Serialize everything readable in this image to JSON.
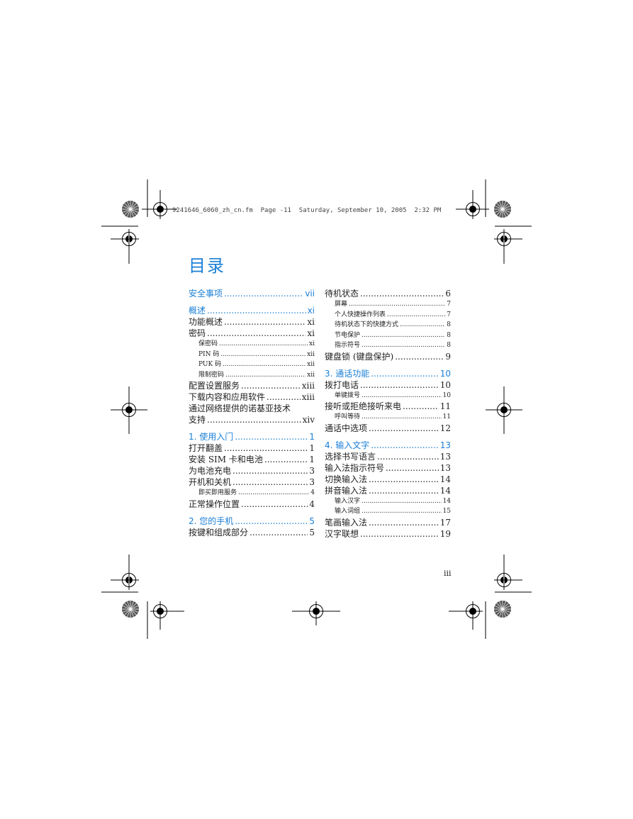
{
  "print_header": "9241646_6060_zh_cn.fm  Page -11  Saturday, September 10, 2005  2:32 PM",
  "title": "目录",
  "folio": "iii",
  "left_column": [
    {
      "kind": "chapter",
      "text": "安全事项",
      "page": "vii"
    },
    {
      "kind": "gap"
    },
    {
      "kind": "chapter",
      "text": "概述",
      "page": "xi"
    },
    {
      "kind": "main",
      "text": "功能概述",
      "page": "xi"
    },
    {
      "kind": "main",
      "text": "密码",
      "page": "xi"
    },
    {
      "kind": "sub",
      "text": "保密码",
      "page": "xi"
    },
    {
      "kind": "sub",
      "text": "PIN 码",
      "page": "xii"
    },
    {
      "kind": "sub",
      "text": "PUK 码",
      "page": "xii"
    },
    {
      "kind": "sub",
      "text": "限制密码",
      "page": "xii"
    },
    {
      "kind": "main",
      "text": "配置设置服务",
      "page": "xiii"
    },
    {
      "kind": "main",
      "text": "下载内容和应用软件",
      "page": "xiii"
    },
    {
      "kind": "nodots",
      "text": "通过网络提供的诺基亚技术",
      "page": ""
    },
    {
      "kind": "main",
      "text": "支持",
      "page": "xiv"
    },
    {
      "kind": "gap"
    },
    {
      "kind": "chapter",
      "text": "1. 使用入门",
      "page": "1"
    },
    {
      "kind": "main",
      "text": "打开翻盖",
      "page": "1"
    },
    {
      "kind": "main",
      "text": "安装 SIM 卡和电池",
      "page": "1"
    },
    {
      "kind": "main",
      "text": "为电池充电",
      "page": "3"
    },
    {
      "kind": "main",
      "text": "开机和关机",
      "page": "3"
    },
    {
      "kind": "sub",
      "text": "即买即用服务",
      "page": "4"
    },
    {
      "kind": "main",
      "text": "正常操作位置",
      "page": "4"
    },
    {
      "kind": "gap"
    },
    {
      "kind": "chapter",
      "text": "2. 您的手机",
      "page": "5"
    },
    {
      "kind": "main",
      "text": "按键和组成部分",
      "page": "5"
    }
  ],
  "right_column": [
    {
      "kind": "main",
      "text": "待机状态",
      "page": "6"
    },
    {
      "kind": "sub",
      "text": "屏幕",
      "page": "7"
    },
    {
      "kind": "sub",
      "text": "个人快捷操作列表",
      "page": "7"
    },
    {
      "kind": "sub",
      "text": "待机状态下的快捷方式",
      "page": "8"
    },
    {
      "kind": "sub",
      "text": "节电保护",
      "page": "8"
    },
    {
      "kind": "sub",
      "text": "指示符号",
      "page": "8"
    },
    {
      "kind": "main",
      "text": "键盘锁 (键盘保护)",
      "page": "9"
    },
    {
      "kind": "gap"
    },
    {
      "kind": "chapter",
      "text": "3. 通话功能",
      "page": "10"
    },
    {
      "kind": "main",
      "text": "拨打电话",
      "page": "10"
    },
    {
      "kind": "sub",
      "text": "单键拨号",
      "page": "10"
    },
    {
      "kind": "main",
      "text": "接听或拒绝接听来电",
      "page": "11"
    },
    {
      "kind": "sub",
      "text": "呼叫等待",
      "page": "11"
    },
    {
      "kind": "main",
      "text": "通话中选项",
      "page": "12"
    },
    {
      "kind": "gap"
    },
    {
      "kind": "chapter",
      "text": "4. 输入文字",
      "page": "13"
    },
    {
      "kind": "main",
      "text": "选择书写语言",
      "page": "13"
    },
    {
      "kind": "main",
      "text": "输入法指示符号",
      "page": "13"
    },
    {
      "kind": "main",
      "text": "切换输入法",
      "page": "14"
    },
    {
      "kind": "main",
      "text": "拼音输入法",
      "page": "14"
    },
    {
      "kind": "sub",
      "text": "输入汉字",
      "page": "14"
    },
    {
      "kind": "sub",
      "text": "输入词组",
      "page": "15"
    },
    {
      "kind": "main",
      "text": "笔画输入法",
      "page": "17"
    },
    {
      "kind": "main",
      "text": "汉字联想",
      "page": "19"
    }
  ]
}
